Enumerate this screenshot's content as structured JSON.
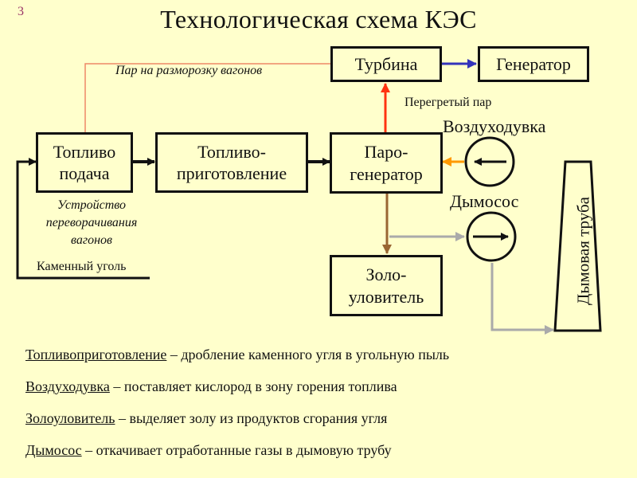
{
  "slide_number": "3",
  "title": "Технологическая схема КЭС",
  "blocks": {
    "turbine": "Турбина",
    "generator": "Генератор",
    "fuel_feed_line1": "Топливо",
    "fuel_feed_line2": "подача",
    "fuel_prep_line1": "Топливо-",
    "fuel_prep_line2": "приготовление",
    "steam_gen_line1": "Паро-",
    "steam_gen_line2": "генератор",
    "ash_line1": "Золо-",
    "ash_line2": "уловитель",
    "chimney": "Дымовая труба",
    "blower": "Воздуходувка",
    "exhauster": "Дымосос"
  },
  "labels": {
    "steam_defrost": "Пар на разморозку вагонов",
    "superheated_steam": "Перегретый пар",
    "tipper_line1": "Устройство",
    "tipper_line2": "переворачивания",
    "tipper_line3": "вагонов",
    "coal": "Каменный уголь"
  },
  "flow_colors": {
    "steam": "#ff3311",
    "defrost": "#ee8866",
    "power": "#3333bb",
    "air": "#ff9900",
    "ash": "#996633",
    "flue_gas": "#aaaaaa",
    "fuel": "#111111"
  },
  "definitions": [
    {
      "term": "Топливоприготовление",
      "text": " – дробление каменного угля в угольную пыль"
    },
    {
      "term": "Воздуходувка",
      "text": " – поставляет кислород в зону горения топлива"
    },
    {
      "term": "Золоуловитель",
      "text": " – выделяет золу из продуктов сгорания угля"
    },
    {
      "term": "Дымосос",
      "text": " – откачивает отработанные газы в дымовую трубу"
    }
  ]
}
